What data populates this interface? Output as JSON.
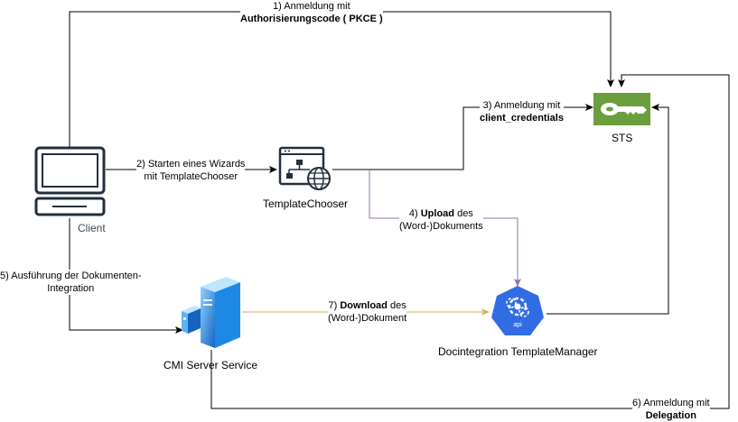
{
  "nodes": {
    "client": "Client",
    "template_chooser": "TemplateChooser",
    "sts": "STS",
    "cmi": "CMI Server Service",
    "docintegration": "Docintegration TemplateManager"
  },
  "edges": {
    "e1": {
      "line1": "1) Anmeldung mit",
      "line2": "Authorisierungscode ( PKCE )"
    },
    "e2": {
      "line1": "2)  Starten eines Wizards",
      "line2": "mit TemplateChooser"
    },
    "e3": {
      "line1": "3) Anmeldung mit",
      "line2": "client_credentials"
    },
    "e4": {
      "bold": "Upload",
      "line1_prefix": "4) ",
      "line1_suffix": " des",
      "line2": "(Word-)Dokuments"
    },
    "e5": {
      "line1": "5) Ausführung der Dokumenten-",
      "line2": "Integration"
    },
    "e6": {
      "line1": "6) Anmeldung mit",
      "line2": "Delegation"
    },
    "e7": {
      "bold": "Download",
      "line1_prefix": "7) ",
      "line1_suffix": " des",
      "line2": "(Word-)Dokument"
    }
  },
  "icons": {
    "client": "desktop-computer-icon",
    "template_chooser": "web-application-icon",
    "sts": "key-icon",
    "cmi": "server-icon",
    "docintegration": "api-gear-icon"
  },
  "icon_text": {
    "api": "api"
  },
  "colors": {
    "line": "#000000",
    "upload_line": "#9673a6",
    "download_line": "#d6b656",
    "sts_green": "#6b9e3c",
    "api_blue": "#326ce5",
    "server_blue": "#1e88e5",
    "dark_icon": "#232f3e"
  }
}
